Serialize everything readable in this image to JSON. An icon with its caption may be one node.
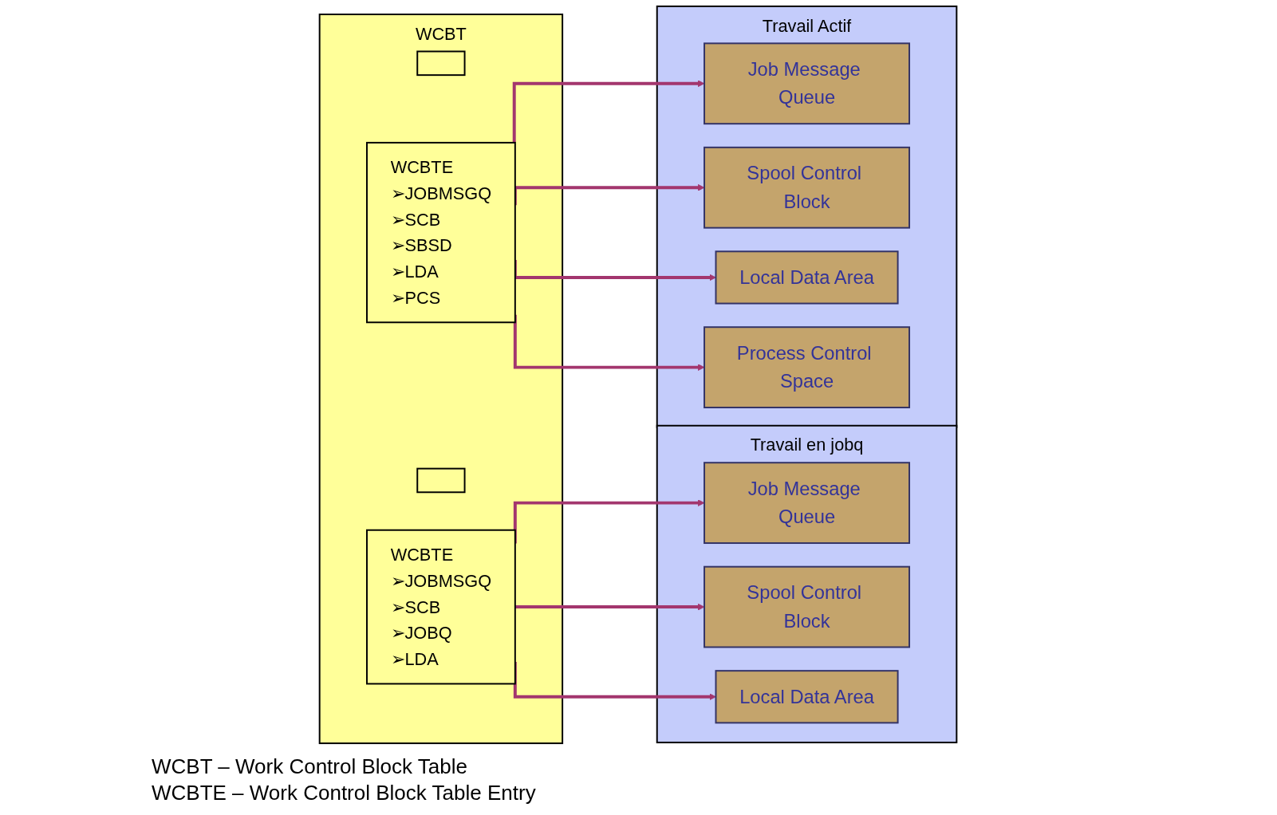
{
  "diagram": {
    "nodes": [
      {
        "text": [
          "WCBT"
        ]
      },
      {
        "text": [],
        "shape": "box",
        "in": 0
      },
      {
        "text": [
          "WCBTE",
          "➢JOBMSGQ",
          "➢SCB",
          "➢JOBQ",
          "➢LDA"
        ],
        "in": 0
      },
      {
        "text": [],
        "shape": "box",
        "in": 0
      },
      {
        "text": [
          "WCBTE",
          "➢JOBMSGQ",
          "➢SCB",
          "➢SBSD",
          "➢LDA",
          "➢PCS"
        ],
        "in": 0
      },
      {
        "text": [
          "Travail en jobq"
        ]
      },
      {
        "text": [
          "Job Message Queue"
        ],
        "in": 5
      },
      {
        "text": [
          "Spool Control Block"
        ],
        "in": 5
      },
      {
        "text": [
          "Local Data Area"
        ],
        "in": 5
      },
      {
        "text": [
          "Travail Actif"
        ]
      },
      {
        "text": [
          "Job Message Queue"
        ],
        "in": 9
      },
      {
        "text": [
          "Spool Control Block"
        ],
        "in": 9
      },
      {
        "text": [
          "Local Data Area"
        ],
        "in": 9
      },
      {
        "text": [
          "Process Control Space"
        ],
        "in": 9
      }
    ],
    "edges": [
      {
        "from": 2,
        "to": 6,
        "arrow": "to"
      },
      {
        "from": 2,
        "to": 7,
        "arrow": "to"
      },
      {
        "from": 2,
        "to": 8,
        "arrow": "to"
      },
      {
        "from": 4,
        "to": 10,
        "arrow": "to"
      },
      {
        "from": 4,
        "to": 11,
        "arrow": "to"
      },
      {
        "from": 4,
        "to": 12,
        "arrow": "to"
      },
      {
        "from": 4,
        "to": 13,
        "arrow": "to"
      }
    ],
    "labels": [
      "WCBT – Work Control Block Table",
      "WCBTE – Work Control Block Table Entry"
    ]
  }
}
